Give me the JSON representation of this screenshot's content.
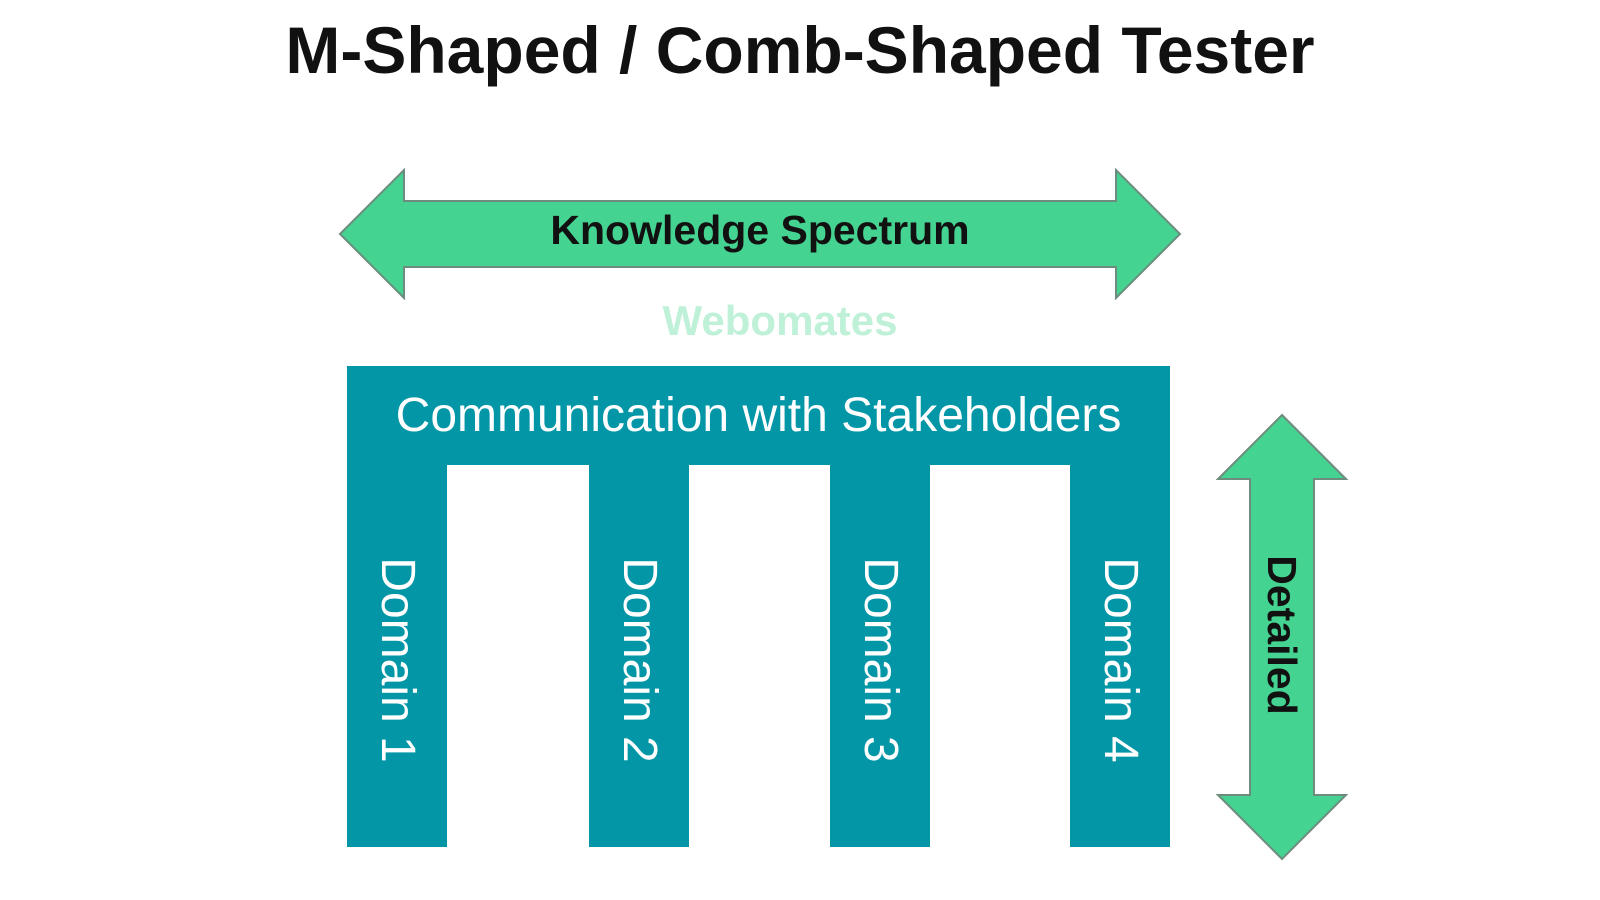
{
  "title": "M-Shaped / Comb-Shaped Tester",
  "watermark": "Webomates",
  "knowledge_arrow": {
    "label": "Knowledge Spectrum"
  },
  "detail_arrow": {
    "label": "Detailed"
  },
  "comb": {
    "header": "Communication with Stakeholders",
    "domains": [
      "Domain 1",
      "Domain 2",
      "Domain 3",
      "Domain 4"
    ]
  },
  "colors": {
    "arrow_fill": "#45d391",
    "arrow_stroke": "#6e8c7d",
    "comb_fill": "#0396a6",
    "watermark": "#bff0d8"
  }
}
